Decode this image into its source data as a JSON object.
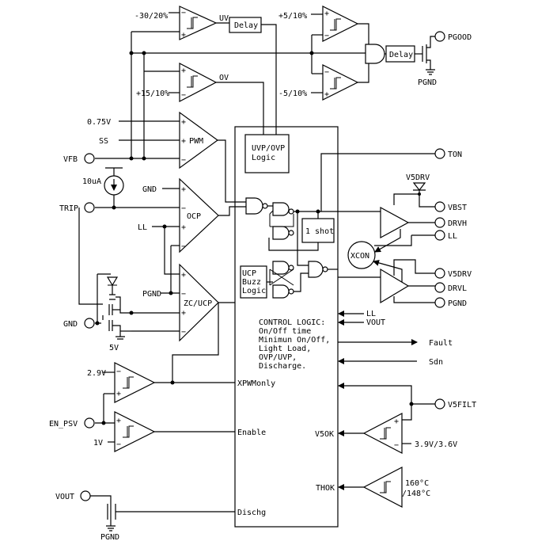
{
  "signals": {
    "vfb": "VFB",
    "trip": "TRIP",
    "gnd": "GND",
    "en_psv": "EN_PSV",
    "vout": "VOUT",
    "pgood": "PGOOD",
    "pgnd": "PGND",
    "ton": "TON",
    "v5drv": "V5DRV",
    "vbst": "VBST",
    "drvh": "DRVH",
    "ll": "LL",
    "drvl": "DRVL",
    "v5filt": "V5FILT",
    "v0_75": "0.75V",
    "ss": "SS",
    "v2_9": "2.9V",
    "v1": "1V",
    "i10ua": "10uA",
    "v5": "5V"
  },
  "thresholds": {
    "uv": "-30/20%",
    "ov": "+15/10%",
    "pg_hi": "+5/10%",
    "pg_lo": "-5/10%",
    "v5ok": "3.9V/3.6V",
    "tsd_hi": "160°C",
    "tsd_lo": "/148°C"
  },
  "blocks": {
    "uv": "UV",
    "ov": "OV",
    "delay": "Delay",
    "pwm": "PWM",
    "ocp": "OCP",
    "zc_ucp": "ZC/UCP",
    "uvp_ovp_logic": [
      "UVP/OVP",
      "Logic"
    ],
    "ucp_buzz_logic": [
      "UCP",
      "Buzz",
      "Logic"
    ],
    "one_shot": "1 shot",
    "xcon": "XCON",
    "control_logic": [
      "CONTROL LOGIC:",
      "On/Off time",
      "Minimun On/Off,",
      "Light Load,",
      "OVP/UVP,",
      "Discharge."
    ],
    "xpwmonly": "XPWMonly",
    "enable": "Enable",
    "v5ok": "V5OK",
    "thok": "THOK",
    "dischg": "Dischg"
  },
  "sideband": {
    "ll": "LL",
    "vout": "VOUT",
    "fault": "Fault",
    "sdn": "Sdn"
  },
  "signs": {
    "plus": "+",
    "minus": "−"
  }
}
